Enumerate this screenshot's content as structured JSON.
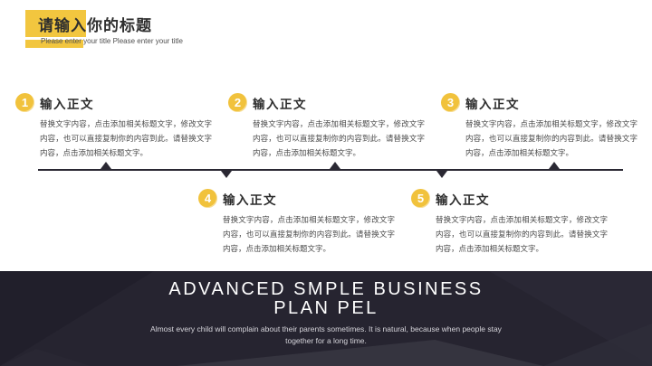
{
  "header": {
    "title": "请输入你的标题",
    "subtitle": "Please enter your title Please enter your title"
  },
  "items": [
    {
      "number": "1",
      "heading": "输入正文",
      "body": "替换文字内容，点击添加相关标题文字，修改文字内容，也可以直接复制你的内容到此。请替换文字内容，点击添加相关标题文字。"
    },
    {
      "number": "2",
      "heading": "输入正文",
      "body": "替换文字内容，点击添加相关标题文字，修改文字内容，也可以直接复制你的内容到此。请替换文字内容，点击添加相关标题文字。"
    },
    {
      "number": "3",
      "heading": "输入正文",
      "body": "替换文字内容，点击添加相关标题文字，修改文字内容，也可以直接复制你的内容到此。请替换文字内容，点击添加相关标题文字。"
    },
    {
      "number": "4",
      "heading": "输入正文",
      "body": "替换文字内容，点击添加相关标题文字，修改文字内容，也可以直接复制你的内容到此。请替换文字内容，点击添加相关标题文字。"
    },
    {
      "number": "5",
      "heading": "输入正文",
      "body": "替换文字内容，点击添加相关标题文字，修改文字内容，也可以直接复制你的内容到此。请替换文字内容，点击添加相关标题文字。"
    }
  ],
  "footer": {
    "title_line1": "ADVANCED SMPLE BUSINESS",
    "title_line2": "PLAN PEL",
    "subtitle": "Almost every child will complain about their parents sometimes. It is natural, because when people stay together for a long time."
  },
  "colors": {
    "accent_yellow": "#F2C63F",
    "timeline_dark": "#2A2833",
    "footer_background": "#262430"
  }
}
